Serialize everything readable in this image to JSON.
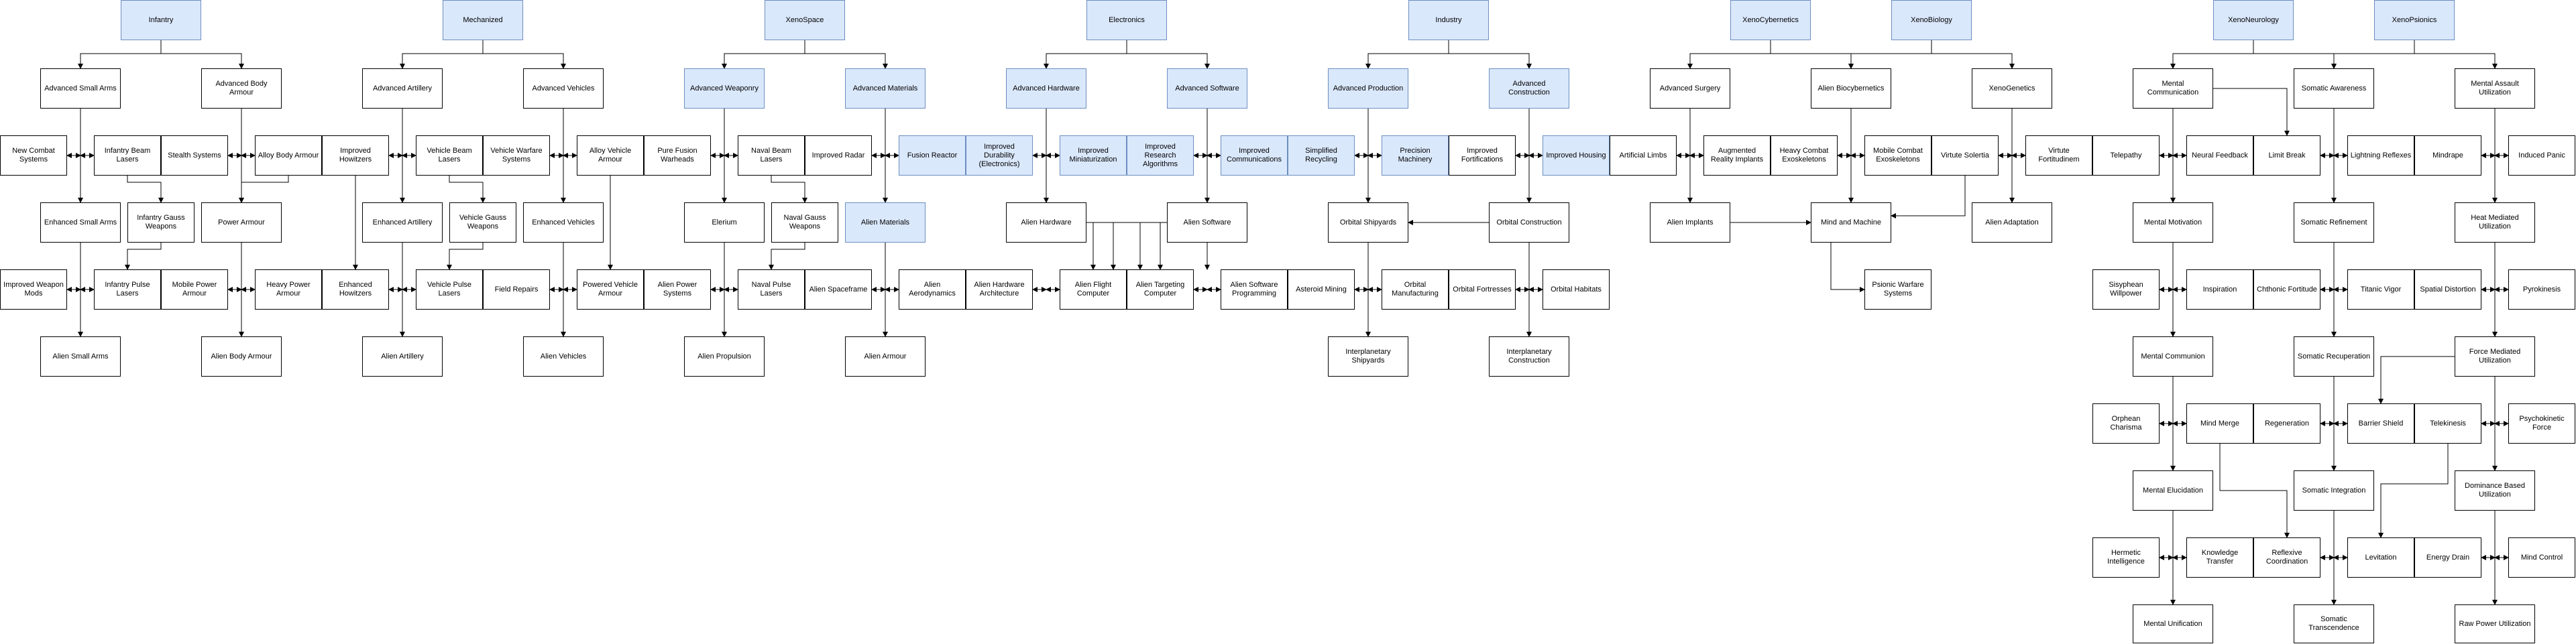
{
  "nodes": {
    "infantry": "Infantry",
    "mechanized": "Mechanized",
    "xenospace": "XenoSpace",
    "electronics": "Electronics",
    "industry": "Industry",
    "xenocyber": "XenoCybernetics",
    "xenobio": "XenoBiology",
    "xenoneuro": "XenoNeurology",
    "xenopsi": "XenoPsionics",
    "adv_small_arms": "Advanced Small Arms",
    "adv_body_armour": "Advanced Body Armour",
    "new_combat_systems": "New Combat Systems",
    "inf_beam_lasers": "Infantry Beam Lasers",
    "stealth_systems": "Stealth Systems",
    "alloy_body_armour": "Alloy Body Armour",
    "improved_howitzers": "Improved Howitzers",
    "enh_small_arms": "Enhanced Small Arms",
    "inf_gauss": "Infantry Gauss Weapons",
    "power_armour": "Power Armour",
    "improved_weapon_mods": "Improved Weapon Mods",
    "inf_pulse": "Infantry Pulse Lasers",
    "mobile_power_armour": "Mobile Power Armour",
    "heavy_power_armour": "Heavy Power Armour",
    "enh_howitzers": "Enhanced Howitzers",
    "alien_small_arms": "Alien Small Arms",
    "alien_body_armour": "Alien Body Armour",
    "adv_artillery": "Advanced Artillery",
    "adv_vehicles": "Advanced Vehicles",
    "veh_beam": "Vehicle Beam Lasers",
    "veh_warfare": "Vehicle Warfare Systems",
    "alloy_vehicle_armour": "Alloy Vehicle Armour",
    "enh_artillery": "Enhanced Artillery",
    "veh_gauss": "Vehicle Gauss Weapons",
    "enh_vehicles": "Enhanced Vehicles",
    "veh_pulse": "Vehicle Pulse Lasers",
    "field_repairs": "Field Repairs",
    "powered_vehicle_armour": "Powered Vehicle Armour",
    "alien_artillery": "Alien Artillery",
    "alien_vehicles": "Alien Vehicles",
    "adv_weaponry": "Advanced Weaponry",
    "adv_materials": "Advanced Materials",
    "pure_fusion": "Pure Fusion Warheads",
    "naval_beam": "Naval Beam Lasers",
    "improved_radar": "Improved Radar",
    "elerium": "Elerium",
    "naval_gauss": "Naval Gauss Weapons",
    "alien_materials": "Alien Materials",
    "alien_power": "Alien Power Systems",
    "naval_pulse": "Naval Pulse Lasers",
    "alien_spaceframe": "Alien Spaceframe",
    "alien_propulsion": "Alien Propulsion",
    "alien_armour": "Alien Armour",
    "adv_hardware": "Advanced Hardware",
    "adv_software": "Advanced Software",
    "fusion_reactor": "Fusion Reactor",
    "improved_durability": "Improved Durability (Electronics)",
    "improved_miniaturization": "Improved Miniaturization",
    "improved_research": "Improved Research Algorithms",
    "improved_comms": "Improved Communications",
    "simplified_recycling": "Simplified Recycling",
    "alien_hardware": "Alien Hardware",
    "alien_software": "Alien Software",
    "alien_aerodynamics": "Alien Aerodynamics",
    "alien_hw_arch": "Alien Hardware Architecture",
    "alien_flight": "Alien Flight Computer",
    "alien_targeting": "Alien Targeting Computer",
    "alien_sw_prog": "Alien Software Programming",
    "asteroid_mining": "Asteroid Mining",
    "adv_production": "Advanced Production",
    "adv_construction": "Advanced Construction",
    "precision_machinery": "Precision Machinery",
    "improved_fortifications": "Improved Fortifications",
    "improved_housing": "Improved Housing",
    "orbital_shipyards": "Orbital Shipyards",
    "orbital_construction": "Orbital Construction",
    "orbital_manufacturing": "Orbital Manufacturing",
    "orbital_fortresses": "Orbital Fortresses",
    "orbital_habitats": "Orbital Habitats",
    "interplanetary_shipyards": "Interplanetary Shipyards",
    "interplanetary_construction": "Interplanetary Construction",
    "adv_surgery": "Advanced Surgery",
    "alien_biocybernetics": "Alien Biocybernetics",
    "xenogenetics": "XenoGenetics",
    "artificial_limbs": "Artificial Limbs",
    "augmented_reality": "Augmented Reality Implants",
    "heavy_combat_exo": "Heavy Combat Exoskeletons",
    "mobile_combat_exo": "Mobile Combat Exoskeletons",
    "virtute_solertia": "Virtute Solertia",
    "alien_implants": "Alien Implants",
    "mind_and_machine": "Mind and Machine",
    "alien_adaptation": "Alien Adaptation",
    "psionic_warfare": "Psionic Warfare Systems",
    "mental_communication": "Mental Communication",
    "somatic_awareness": "Somatic Awareness",
    "mental_assault": "Mental Assault Utilization",
    "virtute_fortitudinem": "Virtute Fortitudinem",
    "telepathy": "Telepathy",
    "neural_feedback": "Neural Feedback",
    "limit_break": "Limit Break",
    "lightning_reflexes": "Lightning Reflexes",
    "mindrape": "Mindrape",
    "induced_panic": "Induced Panic",
    "mental_motivation": "Mental Motivation",
    "somatic_refinement": "Somatic Refinement",
    "heat_mediated": "Heat Mediated Utilization",
    "sisyphean_willpower": "Sisyphean Willpower",
    "inspiration": "Inspiration",
    "chthonic_fortitude": "Chthonic Fortitude",
    "titanic_vigor": "Titanic Vigor",
    "spatial_distortion": "Spatial Distortion",
    "pyrokinesis": "Pyrokinesis",
    "mental_communion": "Mental Communion",
    "somatic_recuperation": "Somatic Recuperation",
    "force_mediated": "Force Mediated Utilization",
    "orphean_charisma": "Orphean Charisma",
    "mind_merge": "Mind Merge",
    "regeneration": "Regeneration",
    "barrier_shield": "Barrier Shield",
    "telekinesis": "Telekinesis",
    "psychokinetic_force": "Psychokinetic Force",
    "mental_elucidation": "Mental Elucidation",
    "somatic_integration": "Somatic Integration",
    "dominance_based": "Dominance Based Utilization",
    "hermetic_intelligence": "Hermetic Intelligence",
    "knowledge_transfer": "Knowledge Transfer",
    "reflexive_coordination": "Reflexive Coordination",
    "levitation": "Levitation",
    "energy_drain": "Energy Drain",
    "mind_control": "Mind Control",
    "mental_unification": "Mental Unification",
    "somatic_transcendence": "Somatic Transcendence",
    "raw_power": "Raw Power Utilization"
  }
}
